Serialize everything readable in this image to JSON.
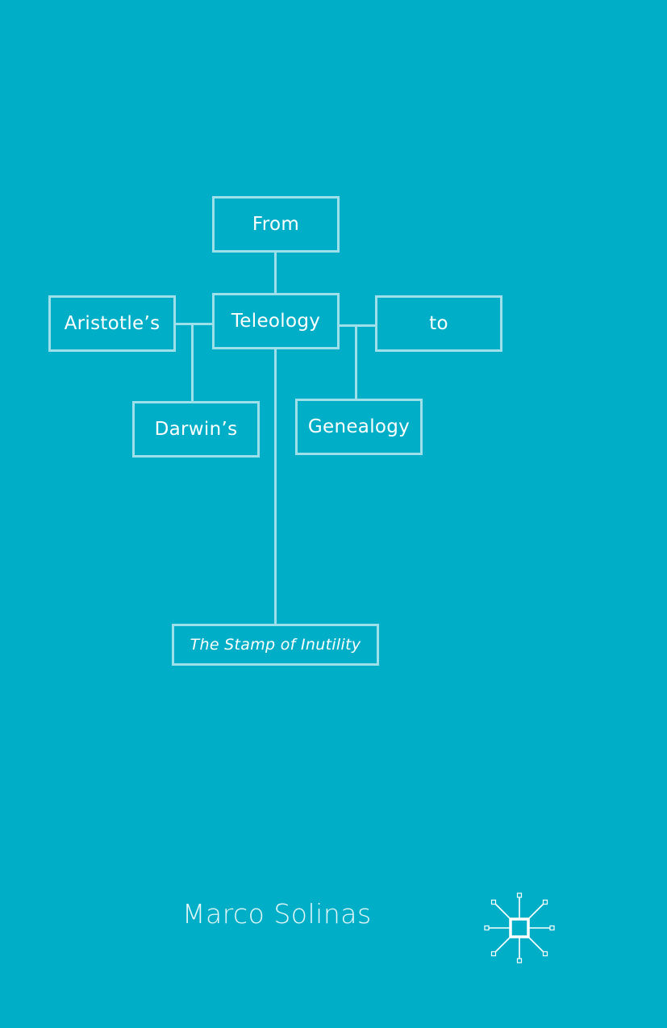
{
  "cover": {
    "title_words": {
      "from": "From",
      "aristotles": "Aristotle’s",
      "teleology": "Teleology",
      "to": "to",
      "darwins": "Darwin’s",
      "genealogy": "Genealogy"
    },
    "subtitle": "The Stamp of Inutility",
    "author": "Marco Solinas",
    "publisher_logo_icon": "palgrave-logo-icon",
    "colors": {
      "background": "#00AFC7",
      "frame": "#9EE0EA",
      "text": "#FFFFFF"
    }
  }
}
